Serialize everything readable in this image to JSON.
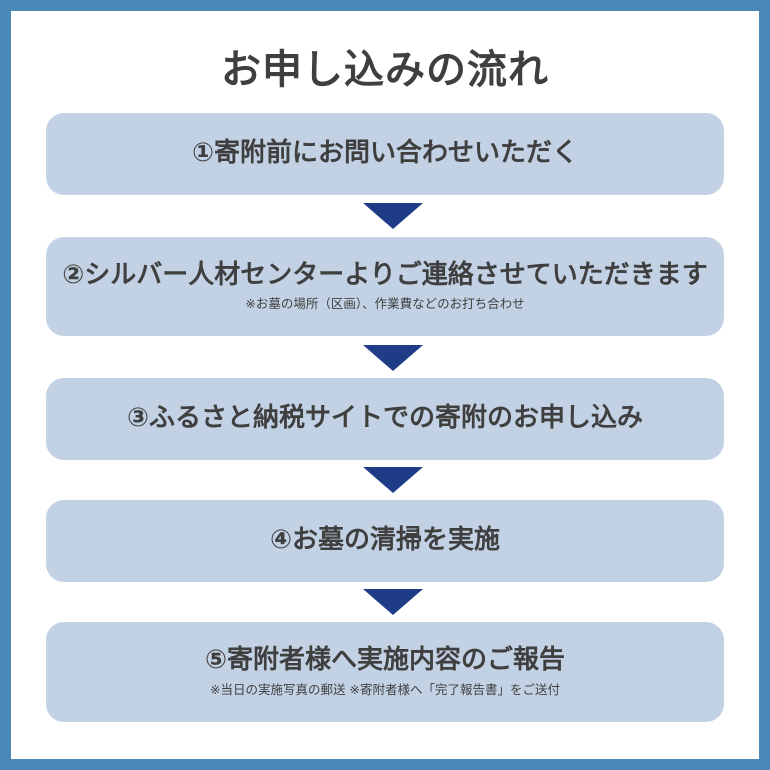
{
  "title": "お申し込みの流れ",
  "steps": [
    {
      "label": "①寄附前にお問い合わせいただく",
      "note": ""
    },
    {
      "label": "②シルバー人材センターよりご連絡させていただきます",
      "note": "※お墓の場所（区画）、作業費などのお打ち合わせ"
    },
    {
      "label": "③ふるさと納税サイトでの寄附のお申し込み",
      "note": ""
    },
    {
      "label": "④お墓の清掃を実施",
      "note": ""
    },
    {
      "label": "⑤寄附者様へ実施内容のご報告",
      "note": "※当日の実施写真の郵送 ※寄附者様へ「完了報告書」をご送付"
    }
  ],
  "colors": {
    "frame": "#4a88b8",
    "step_box": "#c2d2e4",
    "arrow": "#1f3d87",
    "text": "#3f3f3f"
  }
}
